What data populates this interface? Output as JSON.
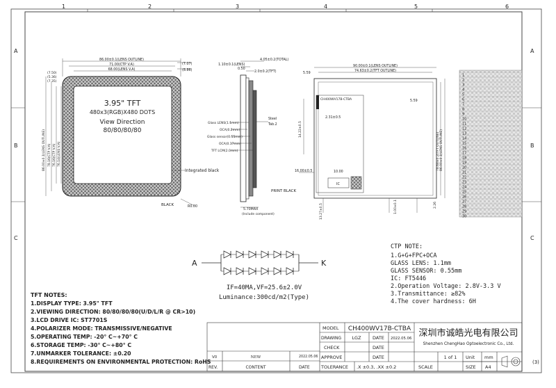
{
  "grid": {
    "top": [
      "1",
      "2",
      "3",
      "4",
      "5",
      "6"
    ],
    "side": [
      "A",
      "B",
      "C"
    ]
  },
  "display_text": {
    "line1": "3.95\" TFT",
    "line2": "480x3(RGB)X480 DOTS",
    "line3": "View Direction",
    "line4": "80/80/80/80",
    "integrated": "Integrated black",
    "black": "BLACK",
    "print_black": "PRINT BLACK"
  },
  "front_dims": {
    "d1": "86.00±0.1(LENS OUTLINE)",
    "d2": "71.00(CTP V.A)",
    "d3": "68.00(LENS V.A)",
    "r1": "(7.07)",
    "r2": "(8.86)",
    "s1": "(7.50)",
    "s2": "(5.36)",
    "s3": "(7.35)",
    "v1": "86.00±0.1(LENS OUTLINE)",
    "v2": "78.16(CTP V.A)",
    "v3": "76.16(CTP V.A)",
    "v4": "76.14(LENS V.A)",
    "r_bottom": "R0.00"
  },
  "side_dims": {
    "total": "4.05±0.2(TOTAL)",
    "lens": "1.10±0.1(LENS)",
    "gap": "0.50",
    "tft": "2.0±0.2(TFT)",
    "steel": "Steel",
    "tab": "Tab.2",
    "glass_lens": "Glass LENS(1.1mm)",
    "oca1": "OCA(0.2mm)",
    "glass_sensor": "Glass sensor(0.55mm)",
    "oca2": "OCA(0.17mm)",
    "tft_lcm": "TFT LCM(2.0mm)",
    "max": "5.70MAX",
    "include": "(Include component)"
  },
  "back_dims": {
    "h1": "90.00±0.1(LENS OUTLINE)",
    "h2": "74.63±0.2(TFT OUTLINE)",
    "left": "5.59",
    "right": "5.59",
    "fpc_h": "14.22±0.5",
    "fpc_w": "2.31±0.5",
    "w16": "16.00±0.5",
    "w10": "10.00",
    "v1": "86.00±0.1(LENS OUTLINE)",
    "v2": "78.68±0.2(TFT OUTLINE)",
    "b1": "13.27±0.5",
    "b2": "1.00±0.1",
    "b3": "2.26",
    "ic": "IC",
    "seal": "CH400WV17B-CTBA"
  },
  "pin_numbers": [
    "1",
    "2",
    "3",
    "4",
    "5",
    "6",
    "7",
    "8",
    "9",
    "10",
    "11",
    "12",
    "13",
    "14",
    "15",
    "16",
    "17",
    "18",
    "19",
    "20",
    "21",
    "22",
    "23",
    "24",
    "25",
    "26",
    "27",
    "28",
    "29",
    "30"
  ],
  "pin_table_title": "Pin definition",
  "led": {
    "a": "A",
    "k": "K",
    "if": "IF=40MA,VF=25.6±2.0V",
    "lum": "Luminance:300cd/m2(Type)"
  },
  "ctp_notes": {
    "title": "CTP NOTE:",
    "lines": [
      "1.G+G+FPC+OCA",
      "  GLASS LENS: 1.1mm",
      "  GLASS SENSOR: 0.55mm",
      "  IC: FT5446",
      "2.Operation Voltage: 2.8V-3.3 V",
      "3.Transmittance: ≥82%",
      "4.The cover hardness: 6H"
    ]
  },
  "tft_notes": {
    "title": "TFT NOTES:",
    "lines": [
      "1.DISPLAY TYPE:  3.95\" TFT",
      "2.VIEWING DIRECTION: 80/80/80/80(U/D/L/R @ CR>10)",
      "3.LCD DRIVE IC: ST7701S",
      "4.POLARIZER MODE: TRANSMISSIVE/NEGATIVE",
      "5.OPERATING TEMP: -20° C~+70° C",
      "6.STORAGE TEMP: -30° C~+80° C",
      "7.UNMARKER TOLERANCE: ±0.20",
      "8.REQUIREMENTS ON ENVIRONMENTAL PROTECTION: RoHS"
    ]
  },
  "title_block": {
    "model_label": "MODEL",
    "model_value": "CH400WV17B-CTBA",
    "drawing_label": "DRAWING",
    "drawing_value": "LGZ",
    "date_label": "DATE",
    "date_value": "2022.05.06",
    "check_label": "CHECK",
    "date2_label": "DATE",
    "approve_label": "APPROVE",
    "date3_label": "DATE",
    "tolerance_label": "TOLERANCE",
    "tolerance_value": ".X ±0.3, .XX ±0.2",
    "scale_label": "SCALE",
    "page_value": "1  of  1",
    "unit_label": "Unit",
    "unit_value": "mm",
    "size_label": "SIZE",
    "size_value": "A4",
    "company_cn": "深圳市诚皓光电有限公司",
    "company_en": "Shenzhen ChengHao Optoelectronic Co., Ltd.",
    "proj_symbol": "(3)"
  },
  "revision": {
    "rev_label": "REV.",
    "content_label": "CONTENT",
    "date_label": "DATE",
    "rev_value": "V0",
    "content_value": "NEW",
    "date_value": "2022.05.06"
  }
}
